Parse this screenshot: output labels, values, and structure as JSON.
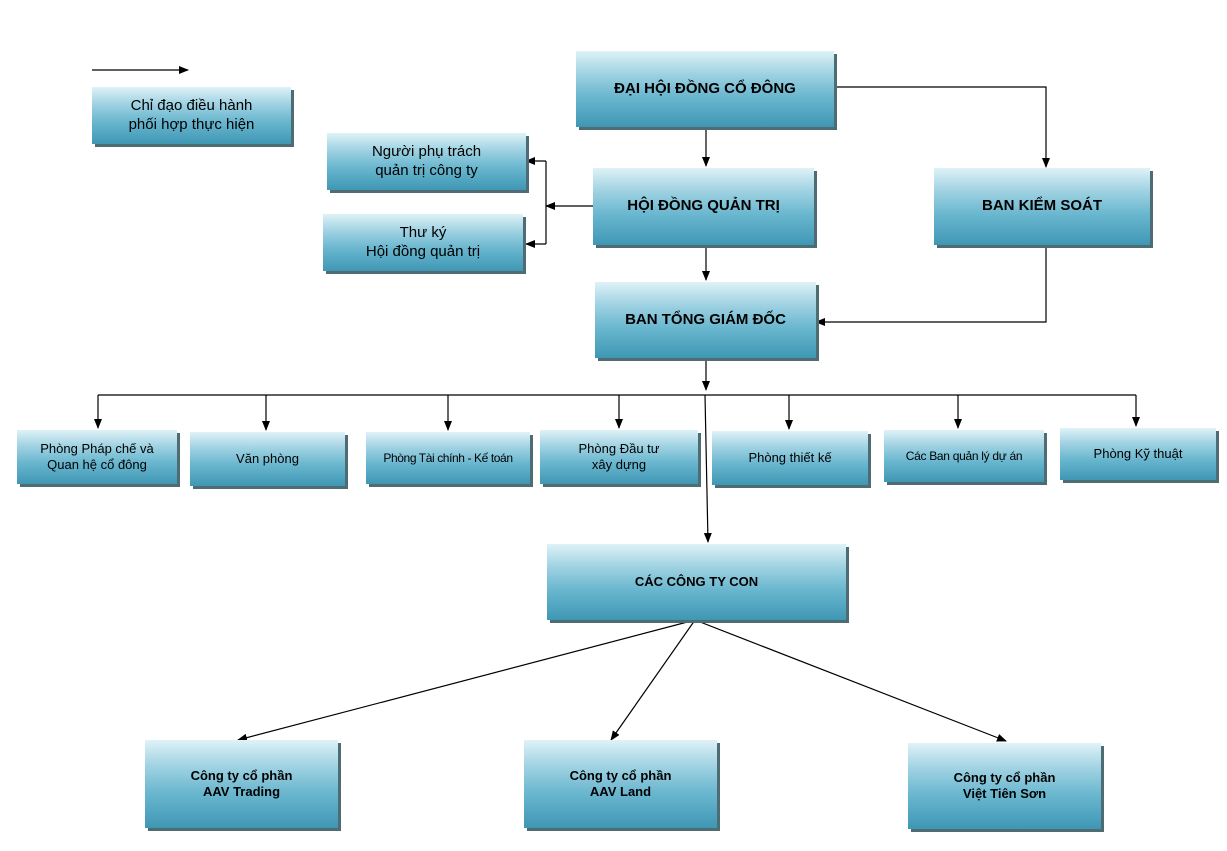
{
  "legend": {
    "label_line1": "Chỉ đạo điều hành",
    "label_line2": "phối hợp thực hiện"
  },
  "top": {
    "dhdcd": "ĐẠI HỘI ĐỒNG CỔ ĐÔNG",
    "hdqt": "HỘI ĐỒNG QUẢN TRỊ",
    "bks": "BAN KIỂM SOÁT",
    "btgd": "BAN TỔNG GIÁM ĐỐC"
  },
  "assistants": {
    "nguoi_phu_trach_line1": "Người phụ trách",
    "nguoi_phu_trach_line2": "quản trị công ty",
    "thu_ky_line1": "Thư ký",
    "thu_ky_line2": "Hội đồng quản trị"
  },
  "departments": {
    "phap_che_line1": "Phòng Pháp chế và",
    "phap_che_line2": "Quan hệ cổ đông",
    "van_phong": "Văn phòng",
    "tai_chinh": "Phòng Tài chính - Kế toán",
    "dau_tu_line1": "Phòng Đầu tư",
    "dau_tu_line2": "xây dựng",
    "thiet_ke": "Phòng thiết kế",
    "ban_qlda": "Các Ban quản lý dự án",
    "ky_thuat": "Phòng Kỹ thuật"
  },
  "subsidiaries": {
    "header": "CÁC CÔNG TY CON",
    "trading_line1": "Công ty cổ phần",
    "trading_line2": "AAV Trading",
    "land_line1": "Công ty cổ phần",
    "land_line2": "AAV Land",
    "viettienson_line1": "Công ty cổ phần",
    "viettienson_line2": "Việt Tiên Sơn"
  },
  "colors": {
    "box_top": "#dff2f7",
    "box_bottom": "#3f97b4",
    "shadow": "#4e6c74",
    "line": "#000000"
  }
}
